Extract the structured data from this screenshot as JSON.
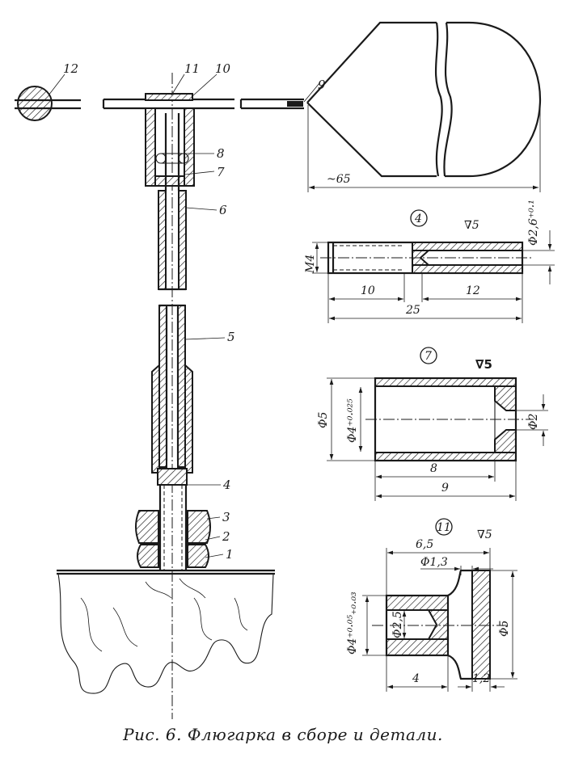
{
  "caption": "Рис. 6. Флюгарка в сборе и детали.",
  "part_numbers": {
    "p1": "1",
    "p2": "2",
    "p3": "3",
    "p4": "4",
    "p5": "5",
    "p6": "6",
    "p7": "7",
    "p8": "8",
    "p9": "9",
    "p10": "10",
    "p11": "11",
    "p12": "12"
  },
  "vane_detail": {
    "length": "~65"
  },
  "detail_4": {
    "id": "4",
    "roughness": "∇5",
    "thread": "М4",
    "dia_tol": "Φ2,6⁺⁰·¹",
    "len_left": "10",
    "len_right": "12",
    "len_total": "25"
  },
  "detail_7": {
    "id": "7",
    "roughness": "∇5",
    "outer_dia": "Φ5",
    "inner_dia": "Φ4⁺⁰·⁰²⁵",
    "hole_dia": "Φ2",
    "bore_len": "8",
    "total_len": "9"
  },
  "detail_11": {
    "id": "11",
    "roughness": "∇5",
    "total_len": "6,5",
    "groove_dia": "Φ1,3",
    "shank_dia": "Φ4⁺⁰·⁰⁵₊₀.₀₃",
    "bore_dia": "Φ2,5",
    "head_dia": "Φ5",
    "shank_len": "4",
    "head_len": "1,2"
  }
}
